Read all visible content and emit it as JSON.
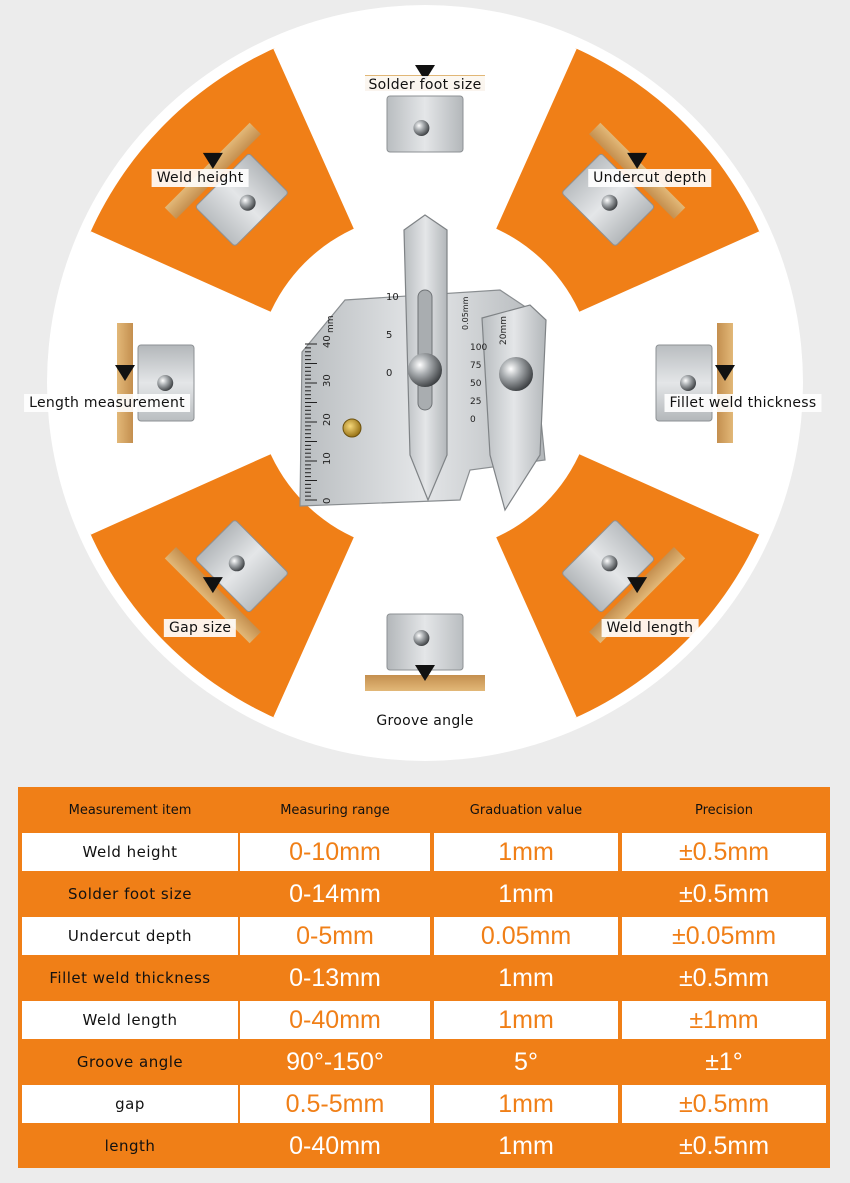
{
  "segments": [
    {
      "label": "Solder foot size",
      "bg": "#ffffff"
    },
    {
      "label": "Undercut depth",
      "bg": "#f07f17"
    },
    {
      "label": "Fillet weld thickness",
      "bg": "#ffffff"
    },
    {
      "label": "Weld length",
      "bg": "#f07f17"
    },
    {
      "label": "Groove angle",
      "bg": "#ffffff"
    },
    {
      "label": "Gap size",
      "bg": "#f07f17"
    },
    {
      "label": "Length measurement",
      "bg": "#ffffff"
    },
    {
      "label": "Weld height",
      "bg": "#f07f17"
    }
  ],
  "gauge": {
    "left_scale": [
      "40",
      "30",
      "20",
      "10",
      "0"
    ],
    "slider_scale": [
      "10",
      "5",
      "0"
    ],
    "right_scale": [
      "100",
      "75",
      "50",
      "25",
      "0"
    ],
    "mm_label": "mm",
    "vernier_label": "0.05mm",
    "right_mm": "20mm"
  },
  "table": {
    "headers": [
      "Measurement item",
      "Measuring range",
      "Graduation value",
      "Precision"
    ],
    "rows": [
      {
        "item": "Weld height",
        "range": "0-10mm",
        "graduation": "1mm",
        "precision": "±0.5mm"
      },
      {
        "item": "Solder foot size",
        "range": "0-14mm",
        "graduation": "1mm",
        "precision": "±0.5mm"
      },
      {
        "item": "Undercut depth",
        "range": "0-5mm",
        "graduation": "0.05mm",
        "precision": "±0.05mm"
      },
      {
        "item": "Fillet weld thickness",
        "range": "0-13mm",
        "graduation": "1mm",
        "precision": "±0.5mm"
      },
      {
        "item": "Weld length",
        "range": "0-40mm",
        "graduation": "1mm",
        "precision": "±1mm"
      },
      {
        "item": "Groove angle",
        "range": "90°-150°",
        "graduation": "5°",
        "precision": "±1°"
      },
      {
        "item": "gap",
        "range": "0.5-5mm",
        "graduation": "1mm",
        "precision": "±0.5mm"
      },
      {
        "item": "length",
        "range": "0-40mm",
        "graduation": "1mm",
        "precision": "±0.5mm"
      }
    ]
  },
  "colors": {
    "accent": "#f07f17",
    "wood": "#d4a364",
    "steel": "#c9ccce"
  }
}
